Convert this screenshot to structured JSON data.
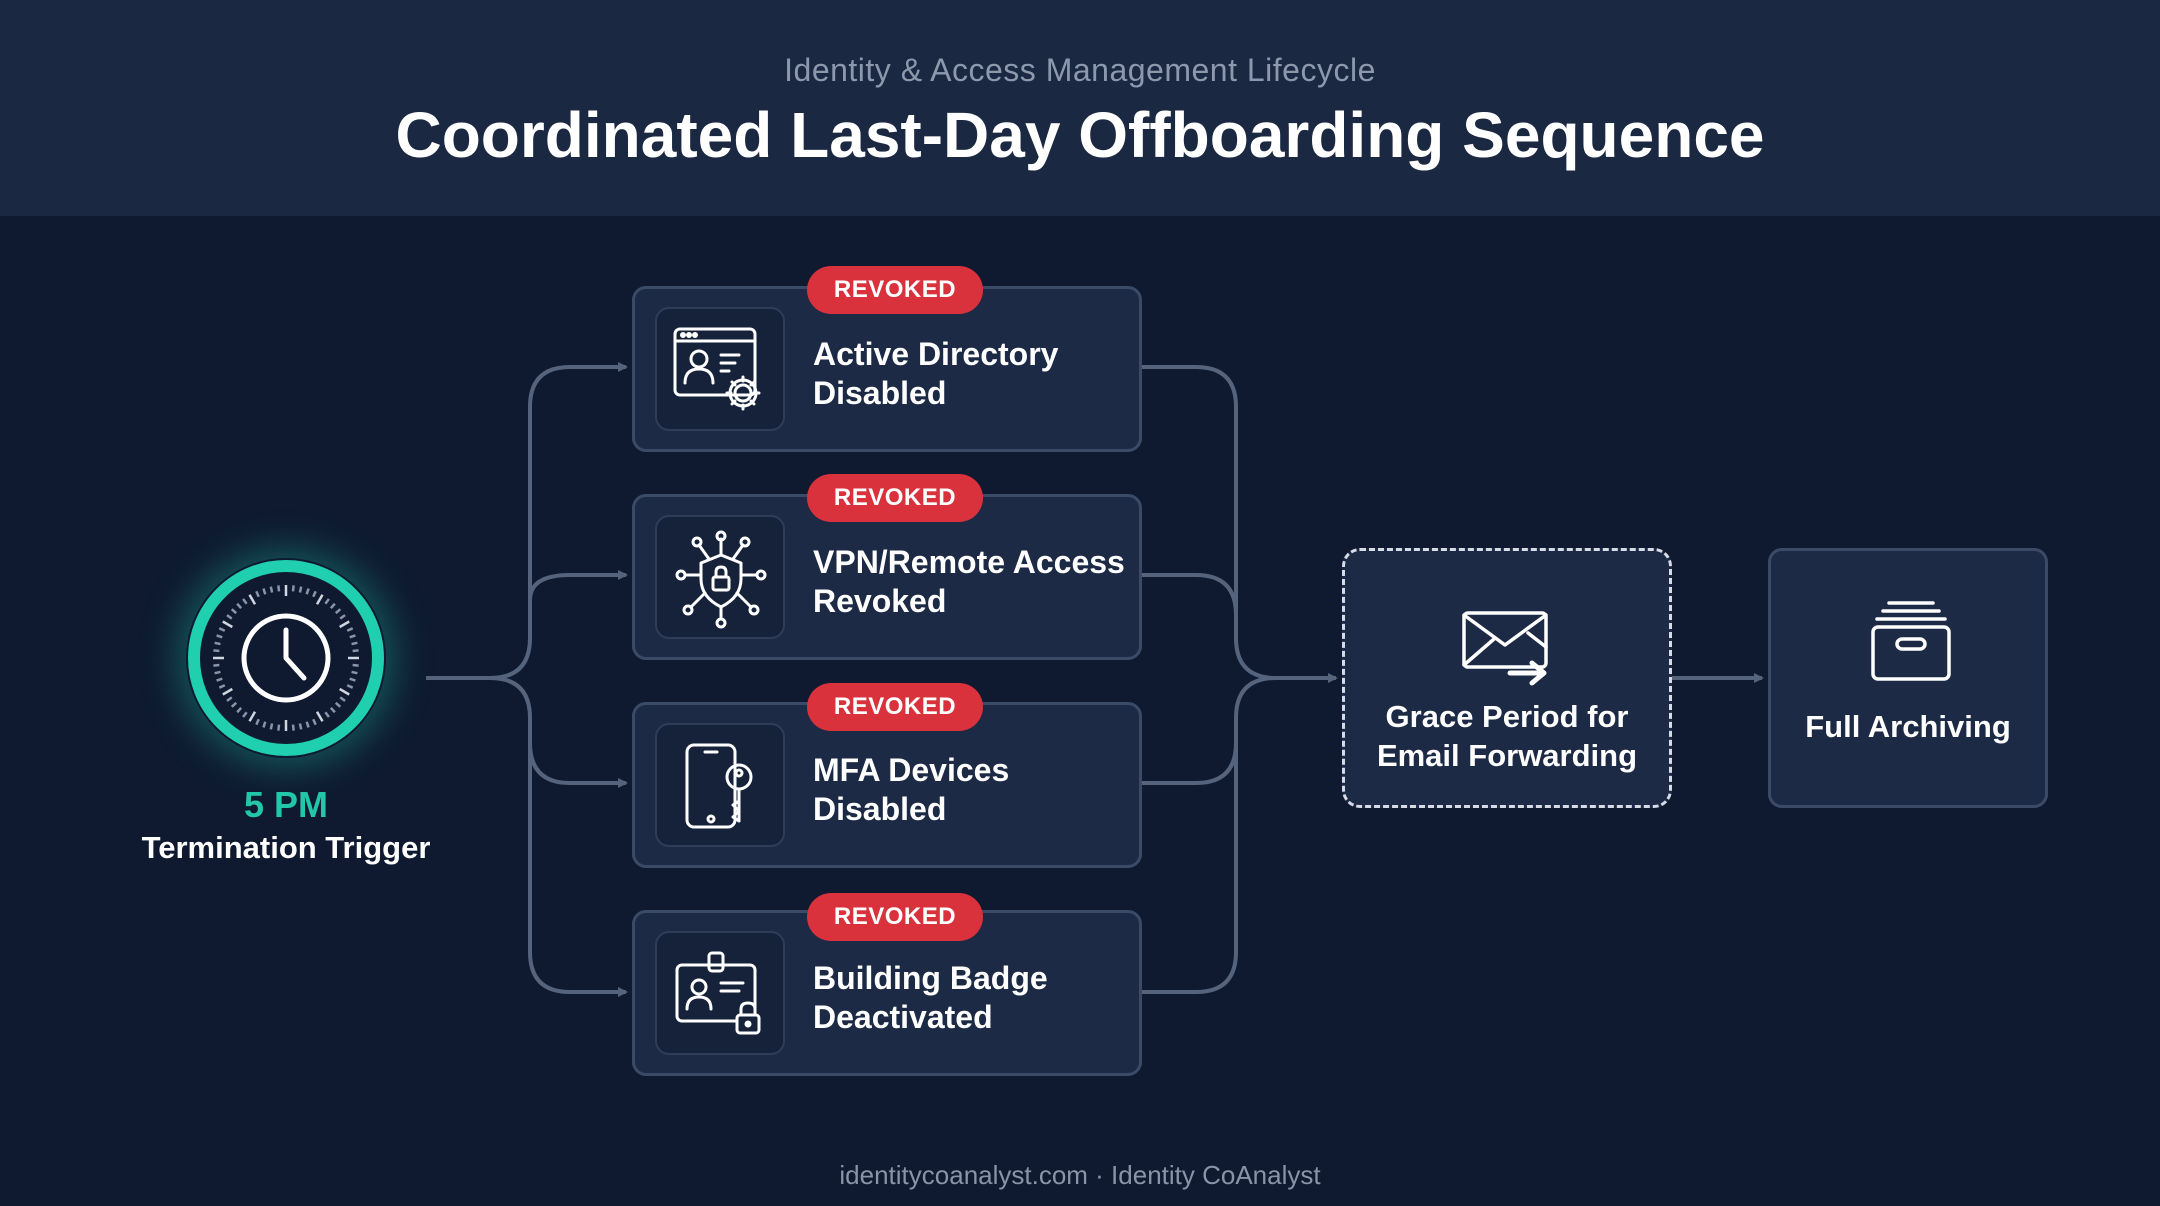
{
  "header": {
    "subtitle": "Identity & Access Management Lifecycle",
    "title": "Coordinated Last-Day Offboarding Sequence"
  },
  "trigger": {
    "time": "5 PM",
    "label": "Termination Trigger",
    "icon": "clock-icon",
    "accent_color": "#22c7a9"
  },
  "steps": [
    {
      "badge": "REVOKED",
      "label": "Active Directory Disabled",
      "icon": "directory-user-gear-icon"
    },
    {
      "badge": "REVOKED",
      "label": "VPN/Remote Access Revoked",
      "icon": "network-shield-lock-icon"
    },
    {
      "badge": "REVOKED",
      "label": "MFA Devices Disabled",
      "icon": "phone-key-icon"
    },
    {
      "badge": "REVOKED",
      "label": "Building Badge Deactivated",
      "icon": "badge-lock-icon"
    }
  ],
  "grace": {
    "label": "Grace Period for Email Forwarding",
    "icon": "mail-forward-icon"
  },
  "archive": {
    "label": "Full Archiving",
    "icon": "archive-box-icon"
  },
  "footer": "identitycoanalyst.com · Identity CoAnalyst",
  "colors": {
    "background": "#0f1a30",
    "header": "#1b2842",
    "card": "#1c2a45",
    "badge": "#d9323c",
    "connector": "#55637d"
  }
}
